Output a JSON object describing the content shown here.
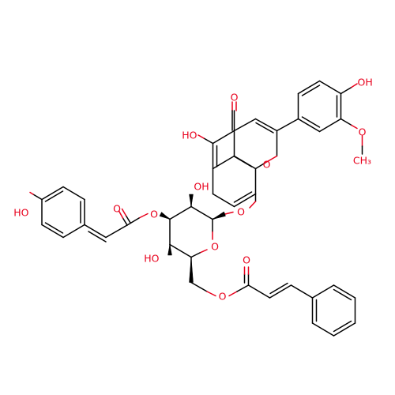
{
  "molecule": {
    "colors": {
      "bond": "#000000",
      "heteroatom_oxygen": "#e8001c",
      "background": "#ffffff"
    },
    "atom_labels": {
      "ring_ketone_O": "O",
      "B_ring_OH": "OH",
      "B_ring_OMe": "O",
      "methyl_CH3": "CH₃",
      "A_ring_OH": "HO",
      "pyran_O": "O",
      "glycoside_O": "O",
      "sugar_ring_O": "O",
      "sugar_C2_OH": "OH",
      "sugar_C4_OH": "HO",
      "coumaroyl_ester_O": "O",
      "coumaroyl_carbonyl_O": "O",
      "coumaroyl_phenol_OH": "HO",
      "cinnamoyl_ester_O": "O",
      "cinnamoyl_carbonyl_O": "O"
    }
  }
}
